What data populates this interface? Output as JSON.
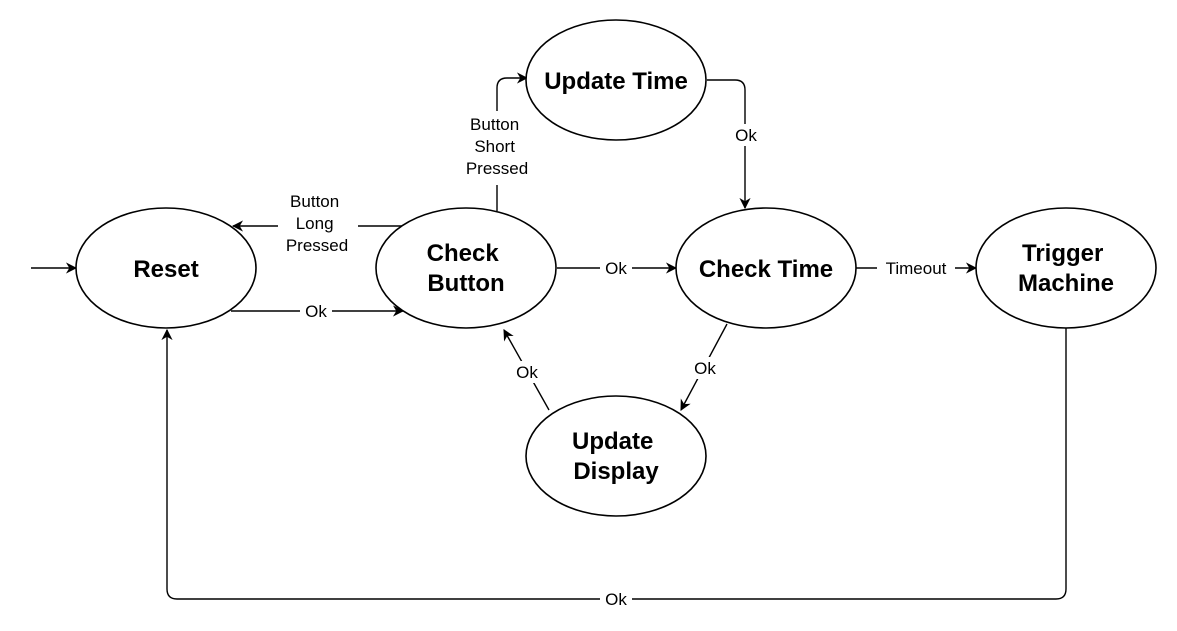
{
  "nodes": {
    "reset": {
      "lines": [
        "Reset"
      ]
    },
    "check_button": {
      "lines": [
        "Check",
        "Button"
      ]
    },
    "update_time": {
      "lines": [
        "Update Time"
      ]
    },
    "check_time": {
      "lines": [
        "Check Time"
      ]
    },
    "trigger_machine": {
      "lines": [
        "Trigger",
        "Machine"
      ]
    },
    "update_display": {
      "lines": [
        "Update",
        "Display"
      ]
    }
  },
  "edges": {
    "reset_to_check_button": {
      "label": [
        "Ok"
      ]
    },
    "check_button_to_reset": {
      "label": [
        "Button",
        "Long",
        "Pressed"
      ]
    },
    "check_button_to_update_time": {
      "label": [
        "Button",
        "Short",
        "Pressed"
      ]
    },
    "update_time_to_check_time": {
      "label": [
        "Ok"
      ]
    },
    "check_button_to_check_time": {
      "label": [
        "Ok"
      ]
    },
    "check_time_to_trigger_machine": {
      "label": [
        "Timeout"
      ]
    },
    "check_time_to_update_display": {
      "label": [
        "Ok"
      ]
    },
    "update_display_to_check_button": {
      "label": [
        "Ok"
      ]
    },
    "trigger_machine_to_reset": {
      "label": [
        "Ok"
      ]
    }
  }
}
